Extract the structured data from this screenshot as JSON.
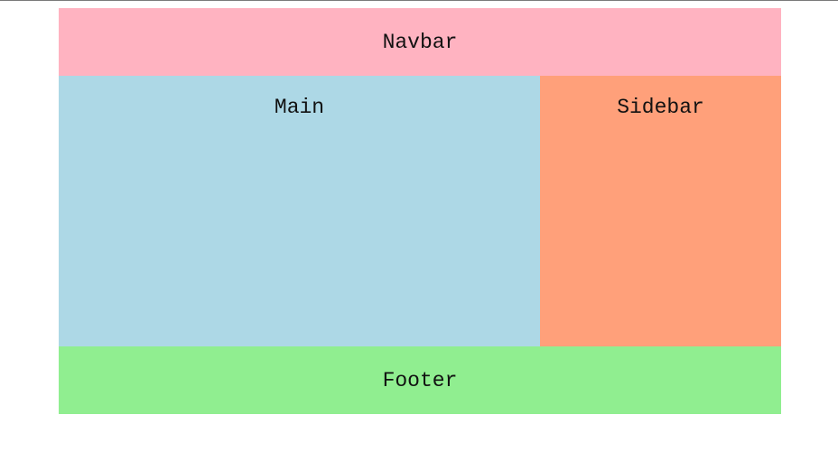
{
  "navbar": {
    "label": "Navbar",
    "color": "#ffb3c1"
  },
  "main": {
    "label": "Main",
    "color": "#add8e6"
  },
  "sidebar": {
    "label": "Sidebar",
    "color": "#ffa07a"
  },
  "footer": {
    "label": "Footer",
    "color": "#90ee90"
  }
}
